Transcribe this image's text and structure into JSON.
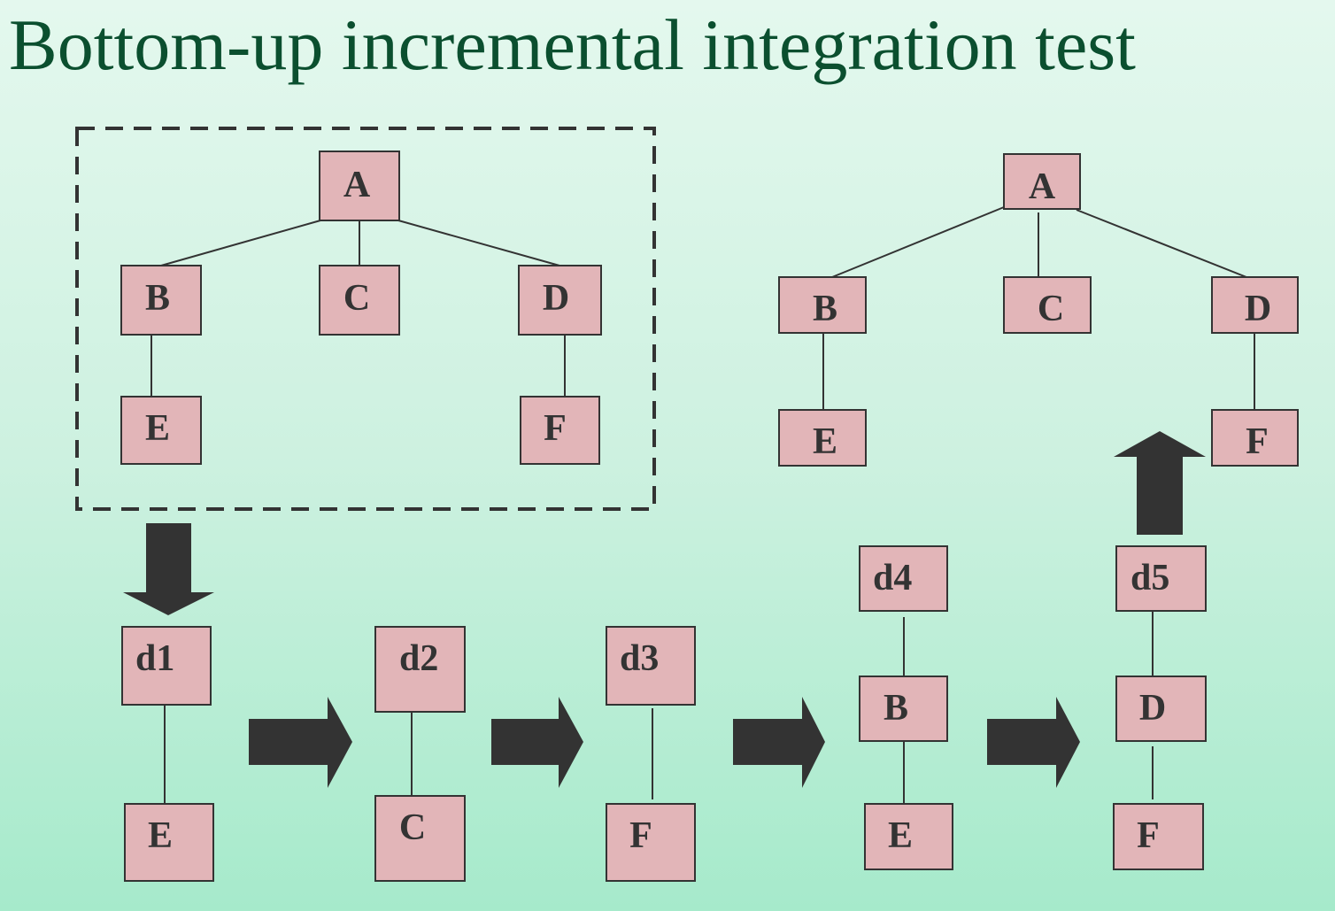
{
  "title": "Bottom-up incremental integration test",
  "colors": {
    "module_fill": "#e2b5b8",
    "outline": "#333333",
    "title": "#0b4f2f",
    "arrow": "#333333"
  },
  "full_tree_left": {
    "root": "A",
    "level1": [
      "B",
      "C",
      "D"
    ],
    "leaves": [
      "E",
      "F"
    ]
  },
  "full_tree_right": {
    "root": "A",
    "level1": [
      "B",
      "C",
      "D"
    ],
    "leaves": [
      "E",
      "F"
    ]
  },
  "steps": [
    {
      "driver": "d1",
      "module": "E"
    },
    {
      "driver": "d2",
      "module": "C"
    },
    {
      "driver": "d3",
      "module": "F"
    },
    {
      "driver": "d4",
      "middle": "B",
      "module": "E"
    },
    {
      "driver": "d5",
      "middle": "D",
      "module": "F"
    }
  ],
  "edges_source": "module hierarchy: A calls B, C, D; B calls E; D calls F"
}
